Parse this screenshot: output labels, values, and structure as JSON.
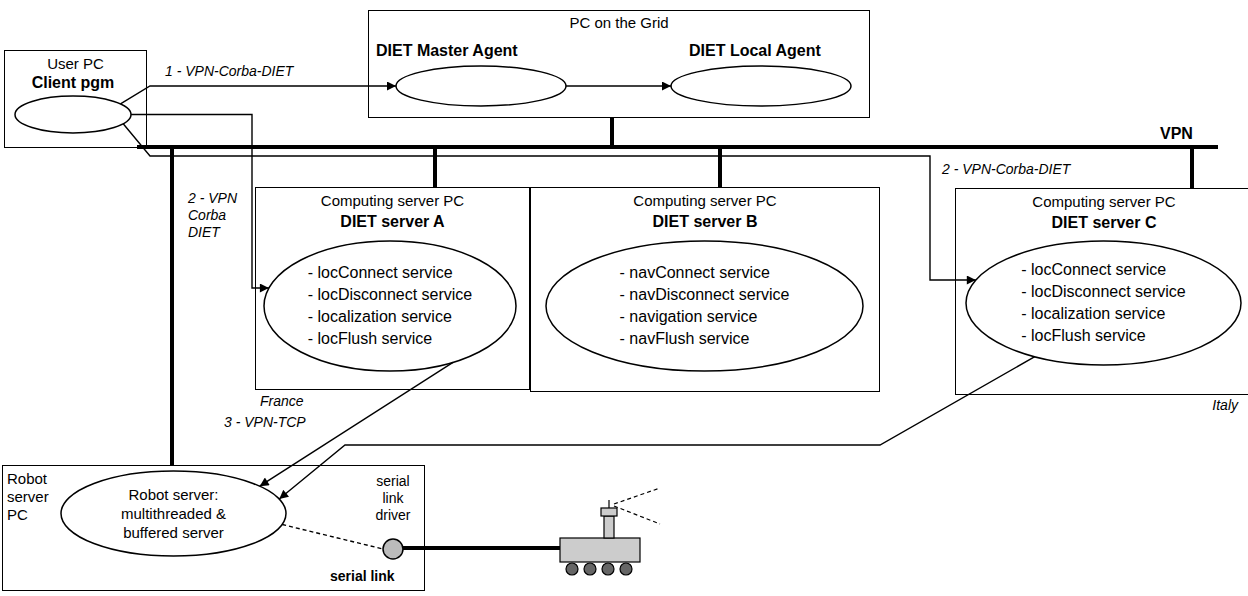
{
  "diagram": {
    "nodes": [
      {
        "text": [
          "User PC"
        ]
      },
      {
        "text": [
          "Client pgm"
        ],
        "in": 0
      },
      {
        "text": [
          "PC on the Grid"
        ]
      },
      {
        "text": [
          "DIET Master Agent"
        ],
        "in": 2
      },
      {
        "text": [
          "DIET Local Agent"
        ],
        "in": 2
      },
      {
        "text": [
          "Computing server PC",
          "DIET server A",
          "France"
        ]
      },
      {
        "text": [
          "- locConnect service",
          "- locDisconnect service",
          "- localization service",
          "- locFlush service"
        ],
        "in": 5
      },
      {
        "text": [
          "Computing server PC",
          "DIET server B"
        ]
      },
      {
        "text": [
          "- navConnect service",
          "- navDisconnect service",
          "- navigation service",
          "- navFlush service"
        ],
        "in": 7
      },
      {
        "text": [
          "Computing server PC",
          "DIET server C",
          "Italy"
        ]
      },
      {
        "text": [
          "- locConnect service",
          "- locDisconnect service",
          "- localization service",
          "- locFlush service"
        ],
        "in": 9
      },
      {
        "text": [
          "Robot server PC"
        ]
      },
      {
        "text": [
          "Robot server: multithreaded & buffered server"
        ],
        "in": 11
      },
      {
        "text": [
          "serial link driver"
        ],
        "in": 11
      }
    ],
    "edges": [
      {
        "from": 1,
        "to": 3,
        "arrow": "to",
        "label": "1 - VPN-Corba-DIET"
      },
      {
        "from": 3,
        "to": 4,
        "arrow": "to"
      },
      {
        "from": 1,
        "to": 6,
        "arrow": "to",
        "label": "2 - VPN Corba DIET"
      },
      {
        "from": 1,
        "to": 10,
        "arrow": "to",
        "label": "2 - VPN-Corba-DIET"
      },
      {
        "from": 6,
        "to": 12,
        "arrow": "to",
        "label": "3 - VPN-TCP"
      },
      {
        "from": 10,
        "to": 12,
        "arrow": "to"
      },
      {
        "from": 12,
        "to": 13,
        "arrow": "none"
      }
    ],
    "labels": [
      "VPN",
      "serial link"
    ]
  }
}
